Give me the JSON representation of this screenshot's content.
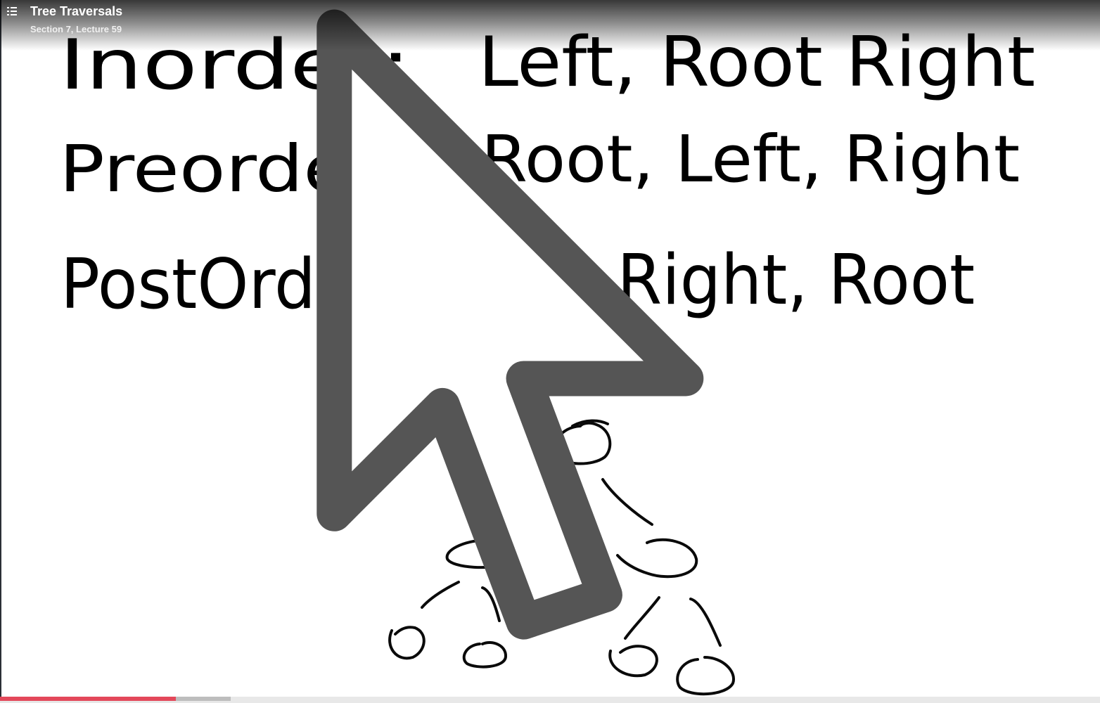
{
  "header": {
    "menu_icon": "list-icon",
    "title": "Tree Traversals",
    "subtitle": "Section 7, Lecture 59"
  },
  "board": {
    "lines": [
      {
        "label": "Inorder:",
        "steps": "Left, Root Right"
      },
      {
        "label": "Preorder :",
        "steps": "Root, Left, Right"
      },
      {
        "label": "PostOrder:",
        "steps": "Left, Right, Root"
      }
    ],
    "tree": {
      "levels": 3,
      "node_count": 7
    }
  },
  "player": {
    "progress_played_fraction": 0.16,
    "progress_buffered_fraction": 0.21,
    "colors": {
      "played": "#e3485a",
      "buffered": "#bdbdbd",
      "track": "#e8e8e8"
    },
    "pointer_icon": "mouse-pointer-icon"
  }
}
